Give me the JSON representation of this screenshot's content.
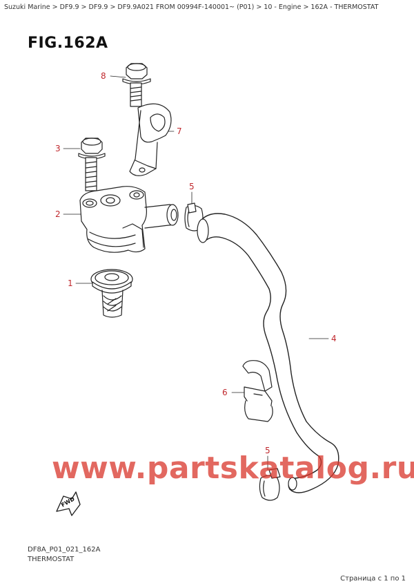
{
  "breadcrumb": "Suzuki Marine > DF9.9 > DF9.9 > DF9.9A021 FROM 00994F-140001~ (P01) > 10 - Engine > 162A - THERMOSTAT",
  "figure": {
    "title": "FIG.162A"
  },
  "callouts": {
    "c1": "1",
    "c2": "2",
    "c3": "3",
    "c4": "4",
    "c5a": "5",
    "c5b": "5",
    "c6": "6",
    "c7": "7",
    "c8": "8"
  },
  "fwd_label": "FWD",
  "watermark": "www.partskatalog.ru",
  "footer": {
    "code": "DF8A_P01_021_162A",
    "name": "THERMOSTAT",
    "page": "Страница с 1 по 1"
  },
  "colors": {
    "callout": "#c0282d",
    "watermark": "#d9362b",
    "line": "#222222"
  }
}
